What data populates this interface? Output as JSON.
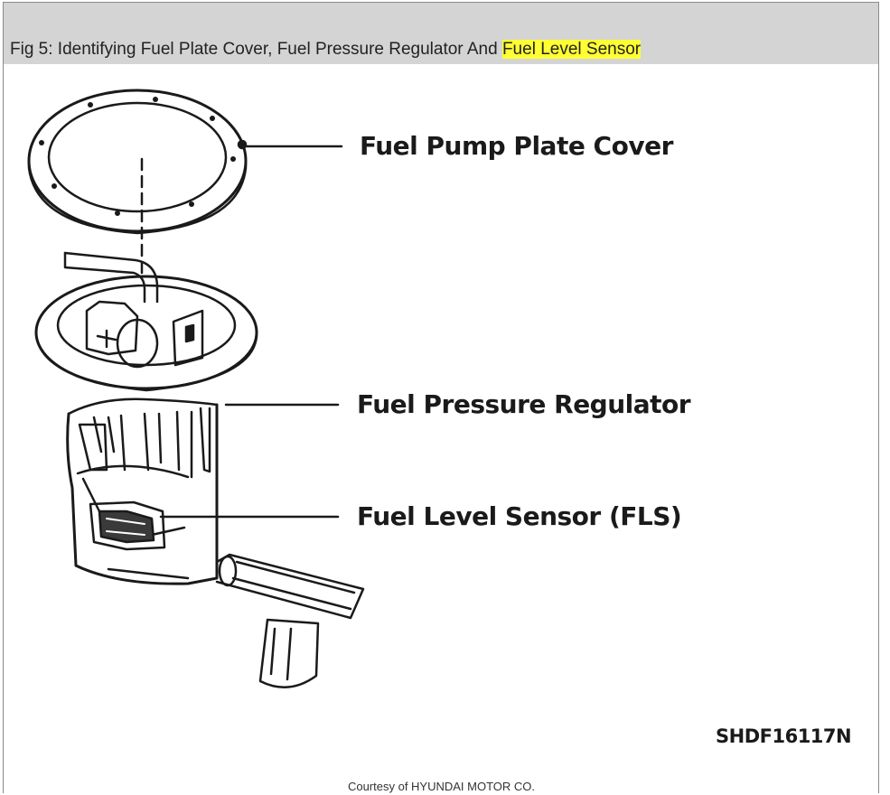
{
  "caption": {
    "prefix": "Fig 5: Identifying Fuel Plate Cover, Fuel Pressure Regulator And ",
    "highlight": "Fuel Level Sensor",
    "highlight_color": "#ffff33"
  },
  "labels": {
    "plate_cover": "Fuel Pump Plate Cover",
    "pressure_regulator": "Fuel Pressure Regulator",
    "level_sensor": "Fuel Level Sensor (FLS)"
  },
  "figure_code": "SHDF16117N",
  "credit": "Courtesy of HYUNDAI MOTOR CO."
}
